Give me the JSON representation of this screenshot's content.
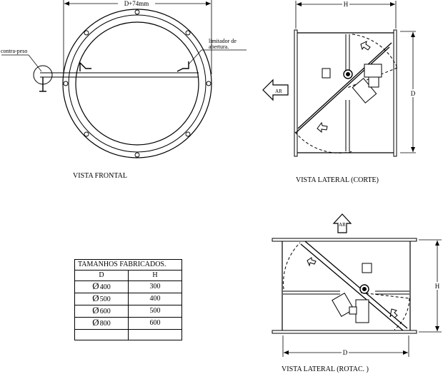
{
  "labels": {
    "dim_frontal": "D+74mm",
    "contra_peso": "contra-peso",
    "limitador_1": "limitador de",
    "limitador_2": "abertura.",
    "vista_frontal": "VISTA FRONTAL",
    "dim_h_top": "H",
    "dim_d_side": "D",
    "ar_left": "AR",
    "vista_lateral_corte": "VISTA LATERAL (CORTE)",
    "ar_up": "AR",
    "dim_h_right": "H",
    "dim_d_bottom": "D",
    "vista_lateral_rotac": "VISTA LATERAL (ROTAC. )"
  },
  "table": {
    "caption": "TAMANHOS FABRICADOS.",
    "col_d": "D",
    "col_h": "H",
    "diameter_symbol": "Ø",
    "rows": [
      {
        "d": "400",
        "h": "300"
      },
      {
        "d": "500",
        "h": "400"
      },
      {
        "d": "600",
        "h": "500"
      },
      {
        "d": "800",
        "h": "600"
      }
    ]
  }
}
